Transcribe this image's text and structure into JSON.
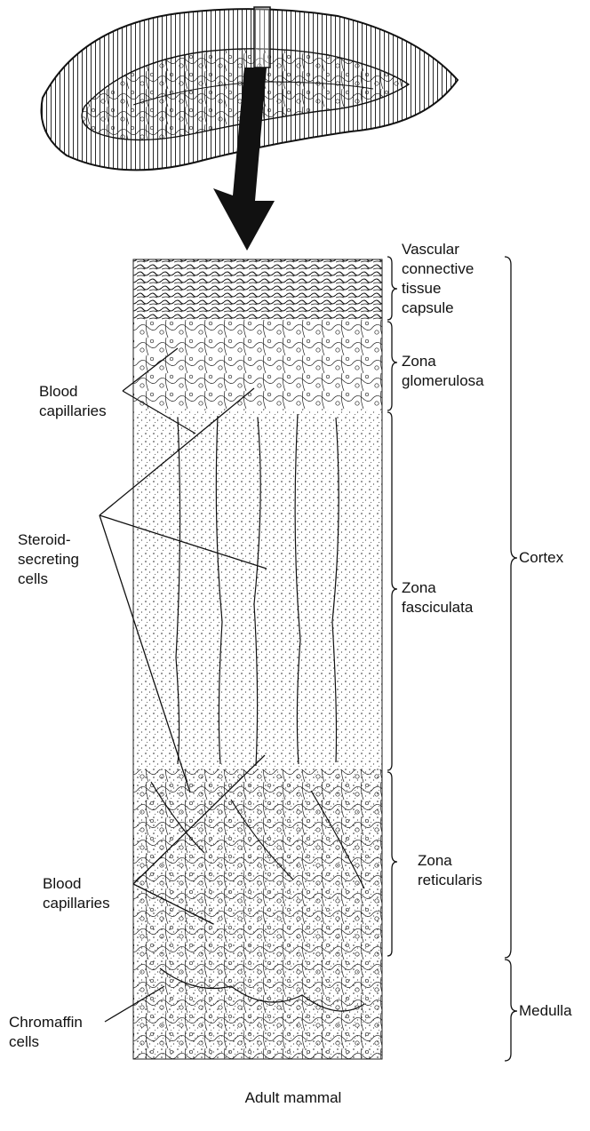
{
  "layers": {
    "capsule": "Vascular\nconnective\ntissue\ncapsule",
    "glomerulosa": "Zona\nglomerulosa",
    "fasciculata": "Zona\nfasciculata",
    "reticularis": "Zona\nreticularis"
  },
  "regions": {
    "cortex": "Cortex",
    "medulla": "Medulla"
  },
  "structures": {
    "blood_capillaries_upper": "Blood\ncapillaries",
    "steroid_secreting_cells": "Steroid-\nsecreting\ncells",
    "blood_capillaries_lower": "Blood\ncapillaries",
    "chromaffin_cells": "Chromaffin\ncells"
  },
  "caption": "Adult mammal"
}
